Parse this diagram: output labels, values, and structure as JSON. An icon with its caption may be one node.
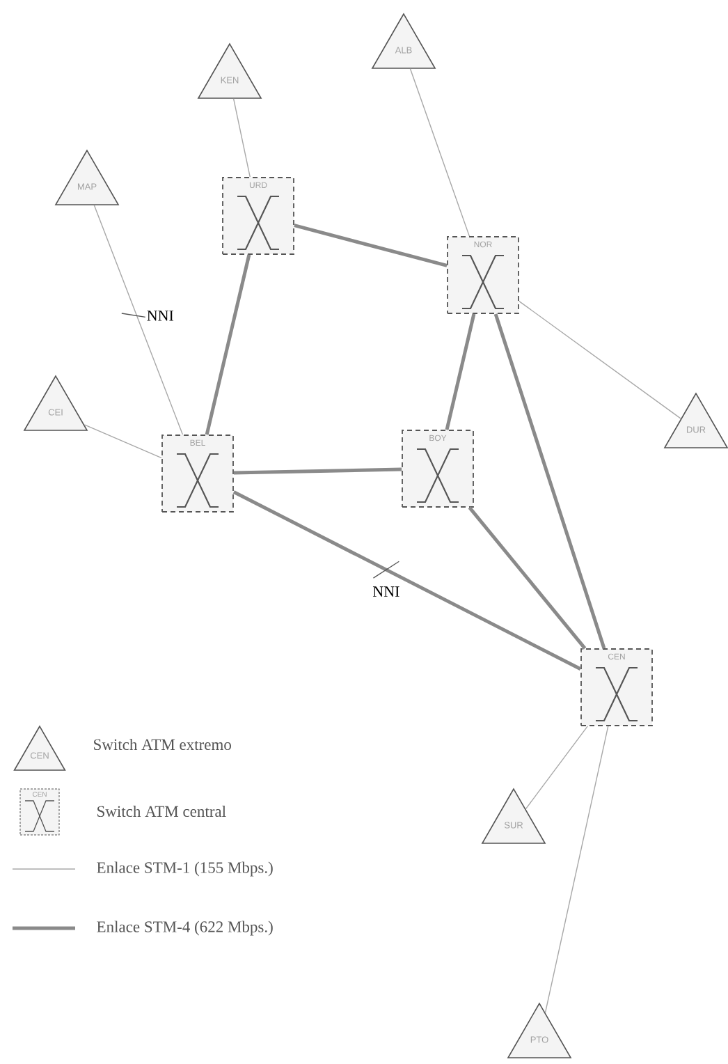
{
  "diagram": {
    "nodes": [
      {
        "text": [
          "ALB"
        ]
      },
      {
        "text": [
          "KEN"
        ]
      },
      {
        "text": [
          "MAP"
        ]
      },
      {
        "text": [
          "URD"
        ]
      },
      {
        "text": [
          "NOR"
        ]
      },
      {
        "text": [
          "CEI"
        ]
      },
      {
        "text": [
          "DUR"
        ]
      },
      {
        "text": [
          "BEL"
        ]
      },
      {
        "text": [
          "BOY"
        ]
      },
      {
        "text": [
          "CEN"
        ]
      },
      {
        "text": [
          "SUR"
        ]
      },
      {
        "text": [
          "PTO"
        ]
      }
    ],
    "edges": [
      {
        "from": 1,
        "to": 3,
        "arrow": "none"
      },
      {
        "from": 0,
        "to": 4,
        "arrow": "none"
      },
      {
        "from": 2,
        "to": 7,
        "arrow": "none",
        "label": "NNI"
      },
      {
        "from": 5,
        "to": 7,
        "arrow": "none"
      },
      {
        "from": 3,
        "to": 4,
        "arrow": "none",
        "style": "thick"
      },
      {
        "from": 3,
        "to": 7,
        "arrow": "none",
        "style": "thick"
      },
      {
        "from": 4,
        "to": 6,
        "arrow": "none"
      },
      {
        "from": 4,
        "to": 8,
        "arrow": "none",
        "style": "thick"
      },
      {
        "from": 4,
        "to": 9,
        "arrow": "none",
        "style": "thick"
      },
      {
        "from": 7,
        "to": 8,
        "arrow": "none",
        "style": "thick"
      },
      {
        "from": 7,
        "to": 9,
        "arrow": "none",
        "style": "thick",
        "label": "NNI"
      },
      {
        "from": 8,
        "to": 9,
        "arrow": "none",
        "style": "thick"
      },
      {
        "from": 9,
        "to": 10,
        "arrow": "none"
      },
      {
        "from": 9,
        "to": 11,
        "arrow": "none"
      }
    ],
    "labels": [
      "CEN",
      "CEN"
    ],
    "legend": [
      {
        "text": "Switch ATM extremo"
      },
      {
        "text": "Switch ATM central"
      },
      {
        "text": "Enlace STM-1 (155 Mbps.)"
      },
      {
        "text": "Enlace STM-4 (622 Mbps.)"
      }
    ]
  }
}
